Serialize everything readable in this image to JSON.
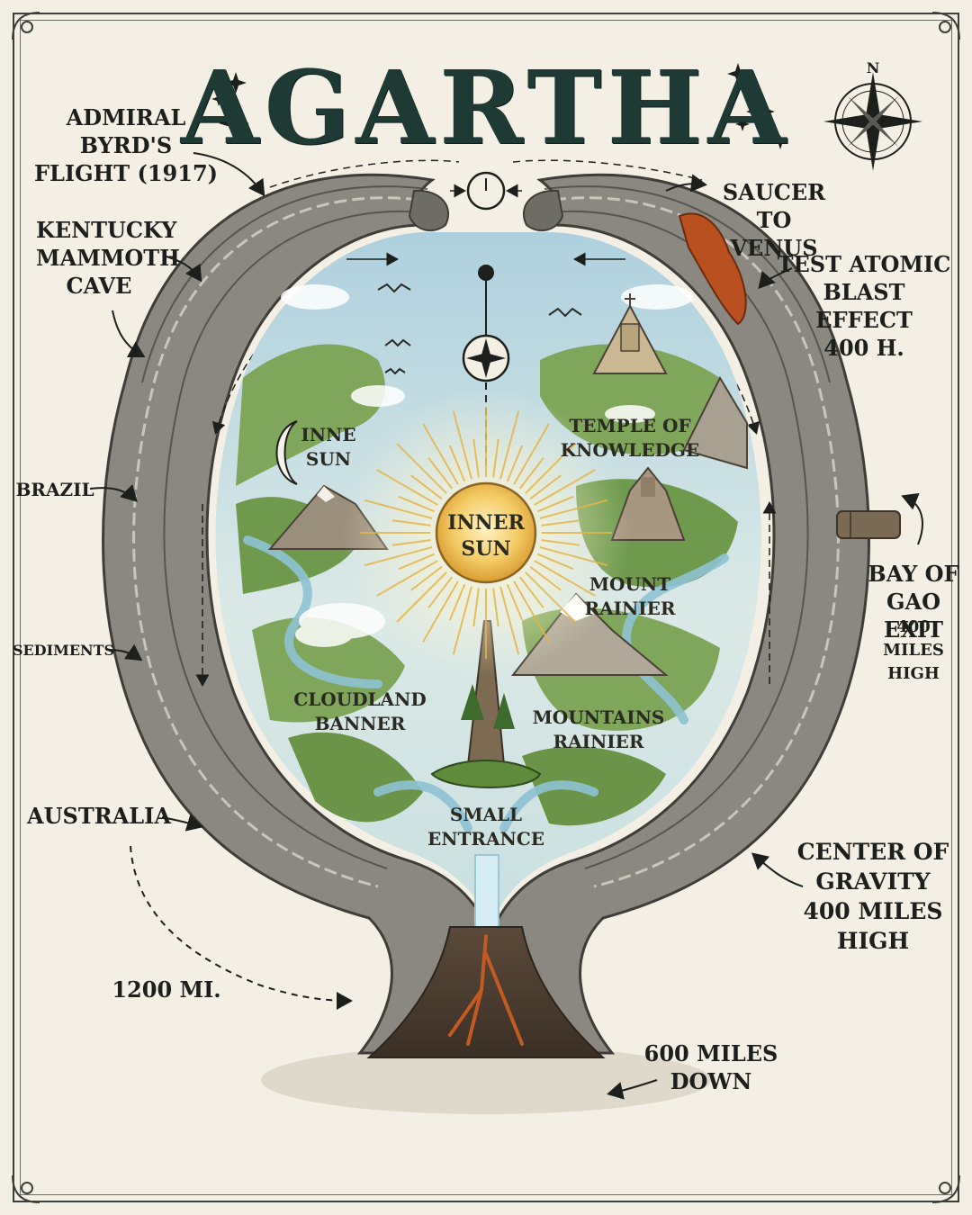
{
  "title": "AGARTHA",
  "compass": {
    "north_letter": "N"
  },
  "labels": {
    "byrd": "ADMIRAL BYRD'S\nFLIGHT (1917)",
    "kentucky": "KENTUCKY\nMAMMOTH\nCAVE",
    "brazil": "BRAZIL",
    "sediments": "SEDIMENTS",
    "australia": "AUSTRALIA",
    "distance_1200": "1200 MI.",
    "saucer": "SAUCER TO\nVENUS",
    "atomic": "TEST ATOMIC\nBLAST EFFECT\n400 H.",
    "bay": "BAY OF\nGAO EXIT",
    "bay_sub": "400 MILES\nHIGH",
    "gravity": "CENTER OF\nGRAVITY\n400 MILES\nHIGH",
    "down600": "600 MILES\nDOWN",
    "inne_sun": "INNE\nSUN",
    "temple": "TEMPLE OF\nKNOWLEDGE",
    "inner_sun": "INNER\nSUN",
    "mount_rainier": "MOUNT\nRAINIER",
    "cloudland": "CLOUDLAND\nBANNER",
    "mountains_rainier": "MOUNTAINS\nRAINIER",
    "small_entrance": "SMALL\nENTRANCE"
  },
  "colors": {
    "background": "#f3efe4",
    "ink": "#1f2a26",
    "rock": "#7d7c74",
    "sky": "#bcd8e3",
    "land": "#7fa65a",
    "water": "#8fc2d3",
    "sun": "#f2c456",
    "lava": "#b9501f"
  }
}
